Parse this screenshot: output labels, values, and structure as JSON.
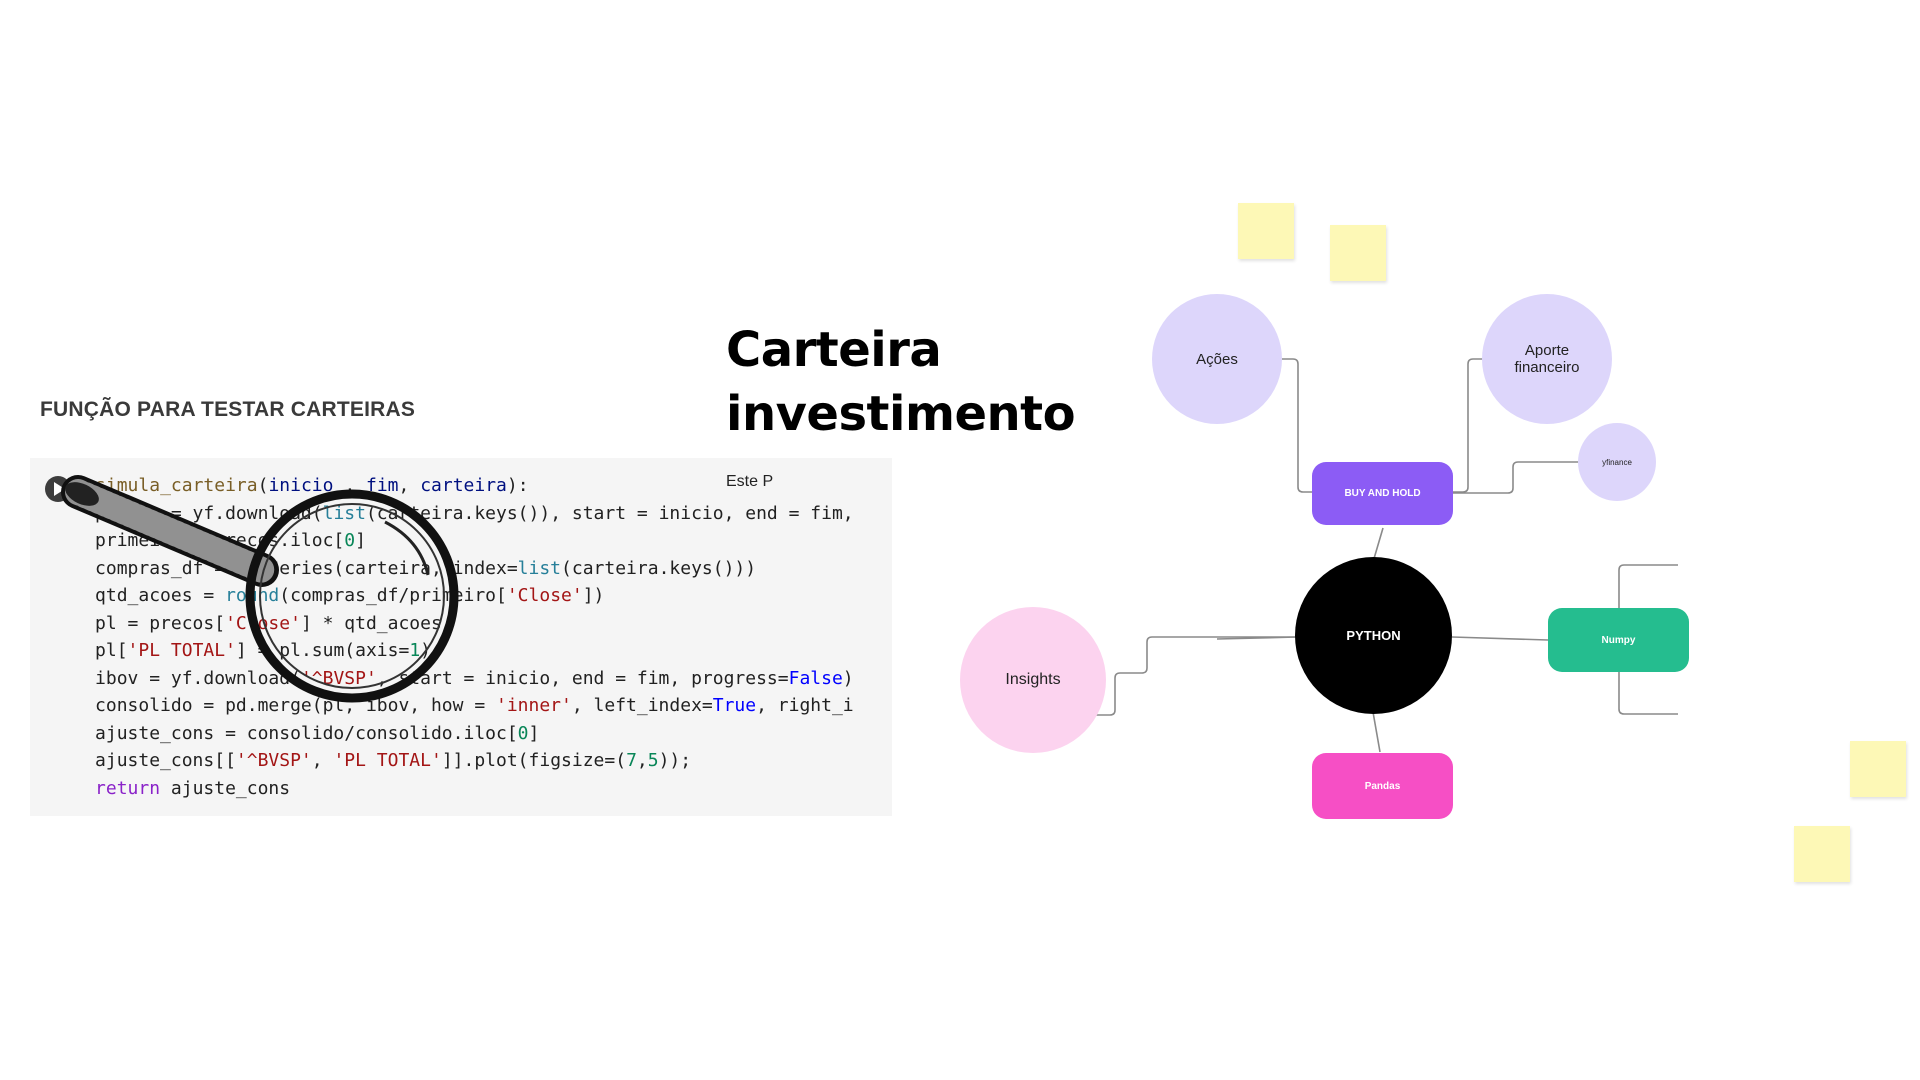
{
  "heading": "FUNÇÃO PARA TESTAR CARTEIRAS",
  "code_lines": [
    "def simula_carteira(inicio , fim, carteira):",
    "    precos = yf.download(list(carteira.keys()), start = inicio, end = fim,",
    "    primeiro = precos.iloc[0]",
    "    compras_df = pd.Series(carteira, index=list(carteira.keys()))",
    "    qtd_acoes = round(compras_df/primeiro['Close'])",
    "    pl = precos['Close'] * qtd_acoes",
    "    pl['PL TOTAL'] = pl.sum(axis=1)",
    "    ibov = yf.download('^BVSP', start = inicio, end = fim, progress=False)",
    "    consolido = pd.merge(pl, ibov, how = 'inner', left_index=True, right_i",
    "    ajuste_cons = consolido/consolido.iloc[0]",
    "    ajuste_cons[['^BVSP', 'PL TOTAL']].plot(figsize=(7,5));",
    "    return ajuste_cons"
  ],
  "title_line1": "Carteira",
  "title_line2": "investimento",
  "note_text": "Este P",
  "mindmap": {
    "center": {
      "label": "PYTHON",
      "color": "#000000"
    },
    "buy_and_hold": {
      "label": "BUY AND HOLD",
      "color": "#8c5cf5"
    },
    "acoes": {
      "label": "Ações",
      "color": "#ddd6fb"
    },
    "aporte": {
      "label": "Aporte financeiro",
      "color": "#ddd6fb"
    },
    "yfinance": {
      "label": "yfinance",
      "color": "#ddd6fb"
    },
    "insights": {
      "label": "Insights",
      "color": "#fcd3ef"
    },
    "numpy": {
      "label": "Numpy",
      "color": "#25bd8f"
    },
    "pandas": {
      "label": "Pandas",
      "color": "#f64fc5"
    }
  },
  "colors": {
    "sticky": "#fdf8b6",
    "code_bg": "#f5f5f5",
    "connector": "#8a8a8a"
  },
  "icons": [
    "run-cell-icon",
    "magnifying-glass-icon"
  ]
}
